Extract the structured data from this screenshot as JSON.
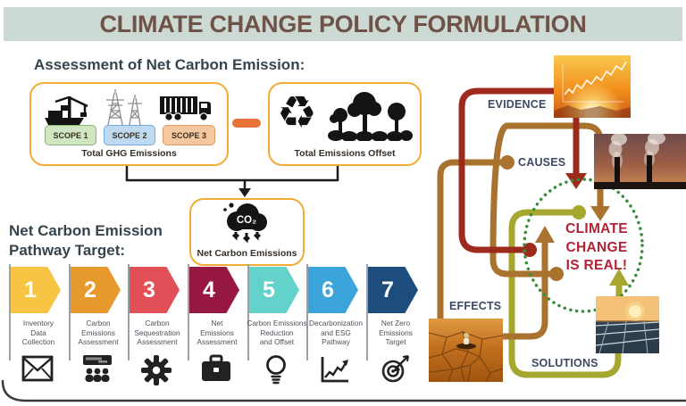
{
  "header": {
    "title": "CLIMATE CHANGE POLICY FORMULATION"
  },
  "assessment": {
    "heading": "Assessment of Net Carbon Emission:",
    "ghg_box": {
      "caption": "Total GHG Emissions",
      "scopes": [
        {
          "label": "SCOPE 1",
          "fill": "#cfe6c0",
          "border": "#86b573",
          "icon": "port-crane-icon"
        },
        {
          "label": "SCOPE 2",
          "fill": "#bedaf2",
          "border": "#77a9d6",
          "icon": "transmission-towers-icon"
        },
        {
          "label": "SCOPE 3",
          "fill": "#f4c7a1",
          "border": "#df9a63",
          "icon": "truck-icon"
        }
      ]
    },
    "minus_operator": "-",
    "offset_box": {
      "caption": "Total Emissions Offset",
      "icons": [
        "recycle-icon",
        "trees-icon"
      ],
      "recycle_glyph": "♻"
    },
    "net_box": {
      "caption": "Net Carbon Emissions",
      "co2_label": "CO₂",
      "icon": "co2-cloud-icon"
    }
  },
  "pathway": {
    "heading_line1": "Net Carbon Emission",
    "heading_line2": "Pathway Target:",
    "steps": [
      {
        "number": "1",
        "label": "Inventory\nData\nCollection",
        "color": "#f7c444",
        "icon": "envelope-icon"
      },
      {
        "number": "2",
        "label": "Carbon\nEmissions\nAssessment",
        "color": "#e8992c",
        "icon": "presentation-audience-icon"
      },
      {
        "number": "3",
        "label": "Carbon\nSequestration\nAssessment",
        "color": "#e05056",
        "icon": "gear-icon"
      },
      {
        "number": "4",
        "label": "Net\nEmissions\nAssessment",
        "color": "#96173f",
        "icon": "briefcase-icon"
      },
      {
        "number": "5",
        "label": "Carbon Emissions\nReduction\nand Offset",
        "color": "#62d2cb",
        "icon": "lightbulb-icon"
      },
      {
        "number": "6",
        "label": "Decarbonization\nand ESG\nPathway",
        "color": "#3ba4db",
        "icon": "line-chart-icon"
      },
      {
        "number": "7",
        "label": "Net Zero\nEmissions\nTarget",
        "color": "#1c4d7d",
        "icon": "target-icon"
      }
    ]
  },
  "cycle": {
    "labels": {
      "evidence": "EVIDENCE",
      "causes": "CAUSES",
      "effects": "EFFECTS",
      "solutions": "SOLUTIONS"
    },
    "center_line1": "CLIMATE",
    "center_line2": "CHANGE",
    "center_line3": "IS REAL!",
    "images": {
      "evidence": "sunset-temperature-graph-photo",
      "causes": "smokestacks-photo",
      "effects": "cracked-earth-drought-photo",
      "solutions": "solar-panels-sunset-photo"
    },
    "colors": {
      "evidence_line": "#9e2a1d",
      "causes_line": "#a9722e",
      "solutions_line": "#a5a72e",
      "circle_dotted": "#3a8c3c",
      "center_text": "#b12336",
      "label_text": "#3d4a63"
    }
  }
}
